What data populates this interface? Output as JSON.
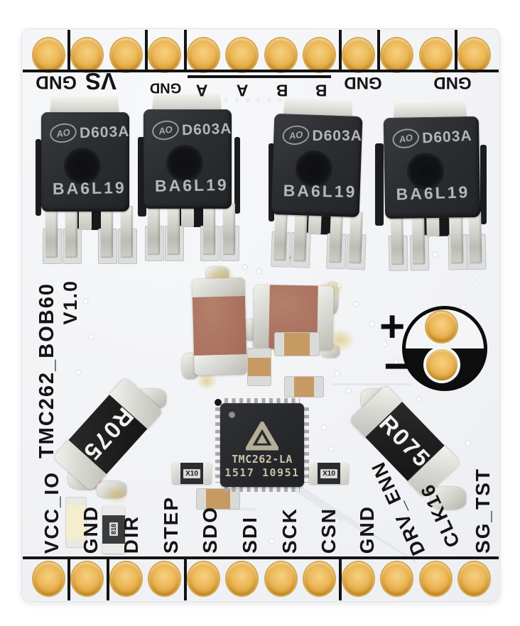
{
  "board": {
    "title": "TMC262_BOB60",
    "version": "V1.0"
  },
  "top_pins": {
    "pad_count": 12,
    "labels": [
      {
        "text": "GND"
      },
      {
        "text": "VS"
      },
      {
        "text": "GND"
      },
      {
        "text": "A",
        "overbar": true
      },
      {
        "text": "A"
      },
      {
        "text": "B",
        "overbar": true
      },
      {
        "text": "B"
      },
      {
        "text": "GND"
      },
      {
        "text": "GND"
      }
    ]
  },
  "bottom_pins": {
    "pad_count": 12,
    "labels": [
      {
        "text": "VCC_IO"
      },
      {
        "text": "GND"
      },
      {
        "text": "DIR"
      },
      {
        "text": "STEP"
      },
      {
        "text": "SDO"
      },
      {
        "text": "SDI"
      },
      {
        "text": "SCK"
      },
      {
        "text": "CSN"
      },
      {
        "text": "GND"
      },
      {
        "text": "DRV_ENN"
      },
      {
        "text": "CLK16"
      },
      {
        "text": "SG_TST"
      }
    ]
  },
  "mosfet": {
    "count": 4,
    "logo": "AO",
    "part": "D603A",
    "lot": "BA6L19"
  },
  "driver_ic": {
    "logo": "trinamic-triangle",
    "line1": "TMC262-LA",
    "line2": "1517 10951"
  },
  "resistors": {
    "sense_left": "R075",
    "sense_right": "R075",
    "small_left": "X10",
    "small_right": "X10",
    "tiny": "818"
  },
  "polarity": {
    "plus": "+",
    "minus": "−"
  },
  "colors": {
    "board": "#f2f3f6",
    "silkscreen": "#141414",
    "gold_pad": "#e5ae4a",
    "mosfet_body": "#2b2d31",
    "mosfet_marking": "#b5b7b9",
    "capacitor_brown": "#a8705c",
    "ic_body": "#27292c",
    "ic_marking": "#c9c3ac",
    "metal": "#d9dad6"
  }
}
